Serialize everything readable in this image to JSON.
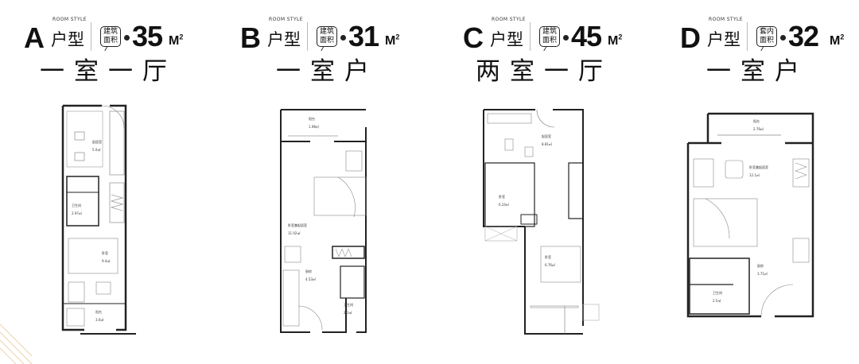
{
  "units": [
    {
      "letter": "A",
      "style_en": "ROOM STYLE",
      "style_cn": "户型",
      "badge_line1": "建筑",
      "badge_line2": "面积",
      "area": "35",
      "unit": "M",
      "unit_sup": "2",
      "layout": "一室一厅",
      "rooms": [
        {
          "name": "起居室",
          "area": "5.0㎡"
        },
        {
          "name": "卫生间",
          "area": "2.97㎡"
        },
        {
          "name": "卧室",
          "area": "9.4㎡"
        },
        {
          "name": "阳台",
          "area": "3.6㎡"
        }
      ]
    },
    {
      "letter": "B",
      "style_en": "ROOM STYLE",
      "style_cn": "户型",
      "badge_line1": "建筑",
      "badge_line2": "面积",
      "area": "31",
      "unit": "M",
      "unit_sup": "2",
      "layout": "一室户",
      "rooms": [
        {
          "name": "阳台",
          "area": "1.98㎡"
        },
        {
          "name": "卧室兼起居室",
          "area": "11.02㎡"
        },
        {
          "name": "厨房",
          "area": "4.53㎡"
        },
        {
          "name": "卫生间",
          "area": "2.1㎡"
        }
      ]
    },
    {
      "letter": "C",
      "style_en": "ROOM STYLE",
      "style_cn": "户型",
      "badge_line1": "建筑",
      "badge_line2": "面积",
      "area": "45",
      "unit": "M",
      "unit_sup": "2",
      "layout": "两室一厅",
      "rooms": [
        {
          "name": "起居室",
          "area": "8.81㎡"
        },
        {
          "name": "卧室",
          "area": "6.24㎡"
        },
        {
          "name": "卧室",
          "area": "6.76㎡"
        }
      ]
    },
    {
      "letter": "D",
      "style_en": "ROOM STYLE",
      "style_cn": "户型",
      "badge_line1": "套内",
      "badge_line2": "面积",
      "area": "32",
      "unit": "M",
      "unit_sup": "2",
      "layout": "一室户",
      "rooms": [
        {
          "name": "阳台",
          "area": "2.79㎡"
        },
        {
          "name": "卧室兼起居室",
          "area": "12.1㎡"
        },
        {
          "name": "厨房",
          "area": "3.71㎡"
        },
        {
          "name": "卫生间",
          "area": "2.5㎡"
        }
      ]
    }
  ],
  "colors": {
    "text": "#111111",
    "wall": "#222222",
    "line": "#888888",
    "deco": "#e8c9a0"
  }
}
